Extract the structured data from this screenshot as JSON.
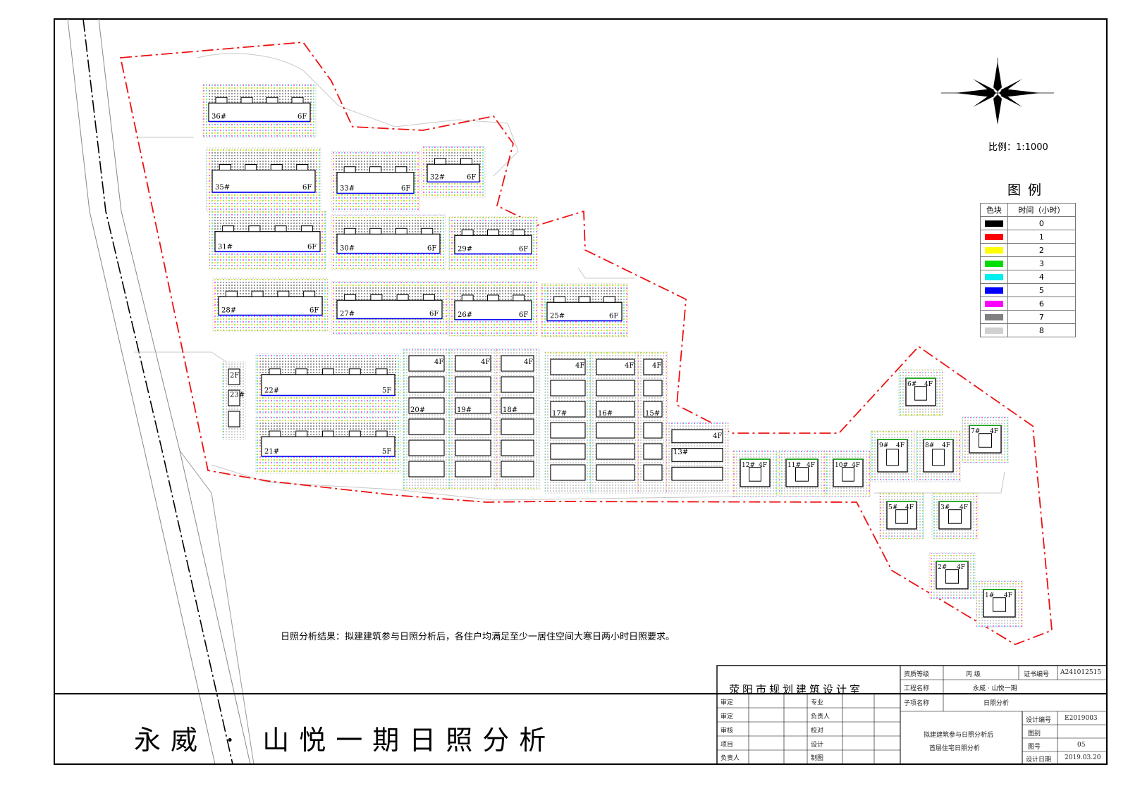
{
  "title": "永威 · 山悦一期日照分析",
  "scale_label": "比例：1:1000",
  "result_note": "日照分析结果：拟建建筑参与日照分析后，各住户均满足至少一居住空间大寒日两小时日照要求。",
  "legend": {
    "title": "图例",
    "col_color": "色块",
    "col_time": "时间（小时）",
    "items": [
      {
        "hours": "0",
        "color": "#000000"
      },
      {
        "hours": "1",
        "color": "#ff0000"
      },
      {
        "hours": "2",
        "color": "#ffff00"
      },
      {
        "hours": "3",
        "color": "#00dd00"
      },
      {
        "hours": "4",
        "color": "#00eeee"
      },
      {
        "hours": "5",
        "color": "#0000ff"
      },
      {
        "hours": "6",
        "color": "#ff00ff"
      },
      {
        "hours": "7",
        "color": "#808080"
      },
      {
        "hours": "8",
        "color": "#d0d0d0"
      }
    ]
  },
  "buildings": [
    {
      "label": "36#",
      "floors": "6F"
    },
    {
      "label": "35#",
      "floors": "6F"
    },
    {
      "label": "33#",
      "floors": "6F"
    },
    {
      "label": "32#",
      "floors": "6F"
    },
    {
      "label": "31#",
      "floors": "6F"
    },
    {
      "label": "30#",
      "floors": "6F"
    },
    {
      "label": "29#",
      "floors": "6F"
    },
    {
      "label": "28#",
      "floors": "6F"
    },
    {
      "label": "27#",
      "floors": "6F"
    },
    {
      "label": "26#",
      "floors": "6F"
    },
    {
      "label": "25#",
      "floors": "6F"
    },
    {
      "label": "22#",
      "floors": "5F"
    },
    {
      "label": "21#",
      "floors": "5F"
    },
    {
      "label": "23#",
      "floors": "2F"
    },
    {
      "label": "20#",
      "floors": "4F"
    },
    {
      "label": "19#",
      "floors": "4F"
    },
    {
      "label": "18#",
      "floors": "4F"
    },
    {
      "label": "17#",
      "floors": "4F"
    },
    {
      "label": "16#",
      "floors": "4F"
    },
    {
      "label": "15#",
      "floors": "4F"
    },
    {
      "label": "13#",
      "floors": "4F"
    },
    {
      "label": "12#",
      "floors": "4F"
    },
    {
      "label": "11#",
      "floors": "4F"
    },
    {
      "label": "10#",
      "floors": "4F"
    },
    {
      "label": "9#",
      "floors": "4F"
    },
    {
      "label": "8#",
      "floors": "4F"
    },
    {
      "label": "7#",
      "floors": "4F"
    },
    {
      "label": "6#",
      "floors": "4F"
    },
    {
      "label": "5#",
      "floors": "4F"
    },
    {
      "label": "3#",
      "floors": "4F"
    },
    {
      "label": "2#",
      "floors": "4F"
    },
    {
      "label": "1#",
      "floors": "4F"
    }
  ],
  "title_block": {
    "org": "荥阳市规划建筑设计室",
    "qual_label": "资质等级",
    "qual_value": "丙    级",
    "cert_label": "证书编号",
    "cert_value": "A241012515",
    "project_label": "工程名称",
    "project_value": "永威 · 山悦一期",
    "subproject_label": "子项名称",
    "subproject_value": "日照分析",
    "roles_left": [
      "审定",
      "审定",
      "审核",
      "项目",
      "负责人"
    ],
    "roles_mid": [
      "专业",
      "负责人",
      "校对",
      "设计",
      "制图"
    ],
    "drawing_desc_1": "拟建建筑参与日照分析后",
    "drawing_desc_2": "首层住宅日照分析",
    "design_no_label": "设计编号",
    "design_no_value": "E2019003",
    "drawing_type_label": "图别",
    "drawing_type_value": "",
    "drawing_no_label": "图号",
    "drawing_no_value": "05",
    "date_label": "设计日期",
    "date_value": "2019.03.20"
  }
}
